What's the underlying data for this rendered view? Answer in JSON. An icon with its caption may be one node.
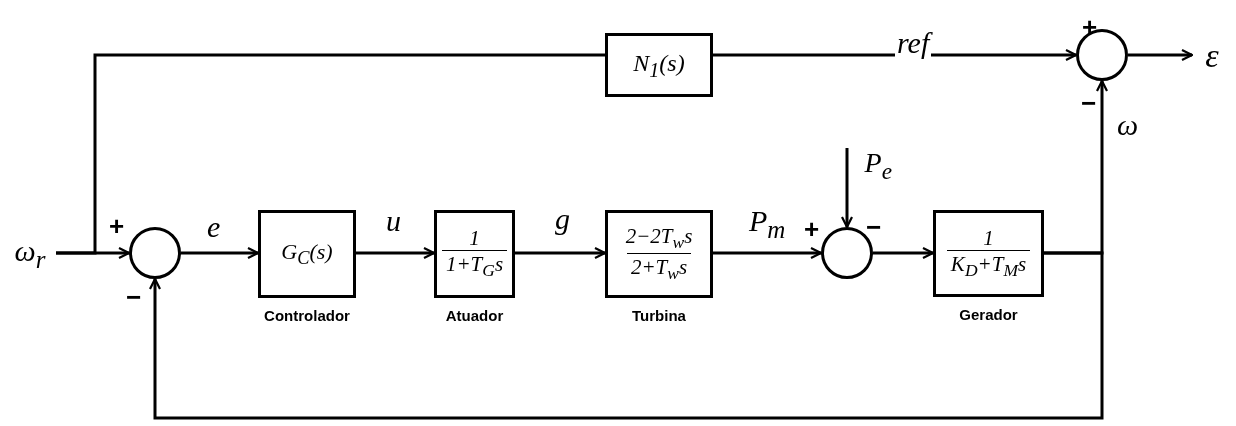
{
  "diagram": {
    "nodes": [
      {
        "text": [
          "ω$_{r}$"
        ]
      },
      {
        "text": [
          "N$_{1}$(s)"
        ]
      },
      {
        "text": [],
        "shape": "circle"
      },
      {
        "text": [
          "ε"
        ]
      },
      {
        "text": [],
        "shape": "circle"
      },
      {
        "text": [
          "G$_{C}$(s)"
        ],
        "beside": [
          "Controlador"
        ]
      },
      {
        "text": [
          "1",
          "1+T$_{G}$s"
        ],
        "beside": [
          "Atuador"
        ]
      },
      {
        "text": [
          "2−2T$_{w}$s",
          "2+T$_{w}$s"
        ],
        "beside": [
          "Turbina"
        ]
      },
      {
        "text": [],
        "shape": "circle"
      },
      {
        "text": [
          "P$_{e}$"
        ]
      },
      {
        "text": [
          "1",
          "K$_{D}$+T$_{M}$s"
        ],
        "beside": [
          "Gerador"
        ]
      }
    ],
    "edges": [
      {
        "from": 0,
        "to": 4,
        "arrow": "to"
      },
      {
        "from": 0,
        "to": 1,
        "arrow": "none"
      },
      {
        "from": 1,
        "to": 2,
        "arrow": "to",
        "label": "ref"
      },
      {
        "from": 2,
        "to": 3,
        "arrow": "to"
      },
      {
        "from": 4,
        "to": 5,
        "arrow": "to",
        "label": "e"
      },
      {
        "from": 5,
        "to": 6,
        "arrow": "to",
        "label": "u"
      },
      {
        "from": 6,
        "to": 7,
        "arrow": "to",
        "label": "g"
      },
      {
        "from": 7,
        "to": 8,
        "arrow": "to",
        "label": "P$_{m}$"
      },
      {
        "from": 9,
        "to": 8,
        "arrow": "to"
      },
      {
        "from": 8,
        "to": 10,
        "arrow": "to"
      },
      {
        "from": 10,
        "to": 2,
        "arrow": "to",
        "label": "ω"
      },
      {
        "from": 10,
        "to": 4,
        "arrow": "to"
      }
    ],
    "labels": [
      "+",
      "−",
      "+",
      "+",
      "−",
      "−"
    ]
  }
}
